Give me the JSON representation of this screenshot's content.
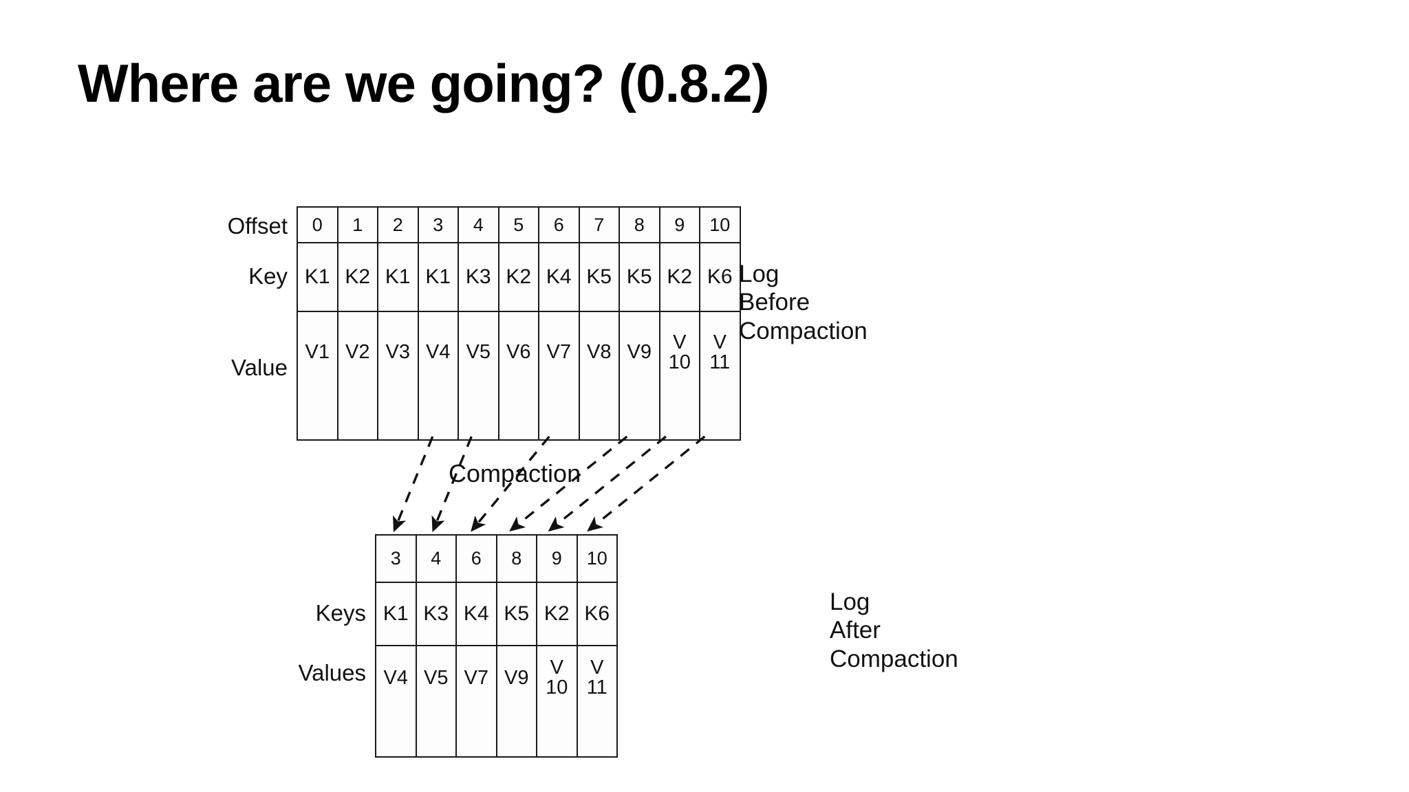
{
  "slide": {
    "title": "Where are we going? (0.8.2)",
    "background_color": "#ffffff",
    "ink_color": "#111111"
  },
  "diagram": {
    "compaction_label": "Compaction",
    "before": {
      "caption_lines": [
        "Log",
        "Before",
        "Compaction"
      ],
      "row_labels": {
        "offset": "Offset",
        "key": "Key",
        "value": "Value"
      },
      "offsets": [
        "0",
        "1",
        "2",
        "3",
        "4",
        "5",
        "6",
        "7",
        "8",
        "9",
        "10"
      ],
      "keys": [
        "K1",
        "K2",
        "K1",
        "K1",
        "K3",
        "K2",
        "K4",
        "K5",
        "K5",
        "K2",
        "K6"
      ],
      "values": [
        {
          "line1": "V1",
          "line2": ""
        },
        {
          "line1": "V2",
          "line2": ""
        },
        {
          "line1": "V3",
          "line2": ""
        },
        {
          "line1": "V4",
          "line2": ""
        },
        {
          "line1": "V5",
          "line2": ""
        },
        {
          "line1": "V6",
          "line2": ""
        },
        {
          "line1": "V7",
          "line2": ""
        },
        {
          "line1": "V8",
          "line2": ""
        },
        {
          "line1": "V9",
          "line2": ""
        },
        {
          "line1": "V",
          "line2": "10"
        },
        {
          "line1": "V",
          "line2": "11"
        }
      ]
    },
    "after": {
      "caption_lines": [
        "Log",
        "After",
        "Compaction"
      ],
      "row_labels": {
        "offset": "",
        "key": "Keys",
        "value": "Values"
      },
      "offsets": [
        "3",
        "4",
        "6",
        "8",
        "9",
        "10"
      ],
      "keys": [
        "K1",
        "K3",
        "K4",
        "K5",
        "K2",
        "K6"
      ],
      "values": [
        {
          "line1": "V4",
          "line2": ""
        },
        {
          "line1": "V5",
          "line2": ""
        },
        {
          "line1": "V7",
          "line2": ""
        },
        {
          "line1": "V9",
          "line2": ""
        },
        {
          "line1": "V",
          "line2": "10"
        },
        {
          "line1": "V",
          "line2": "11"
        }
      ]
    },
    "arrows": [
      {
        "from_offset": "3",
        "to_index": 0
      },
      {
        "from_offset": "4",
        "to_index": 1
      },
      {
        "from_offset": "6",
        "to_index": 2
      },
      {
        "from_offset": "8",
        "to_index": 3
      },
      {
        "from_offset": "9",
        "to_index": 4
      },
      {
        "from_offset": "10",
        "to_index": 5
      }
    ]
  }
}
